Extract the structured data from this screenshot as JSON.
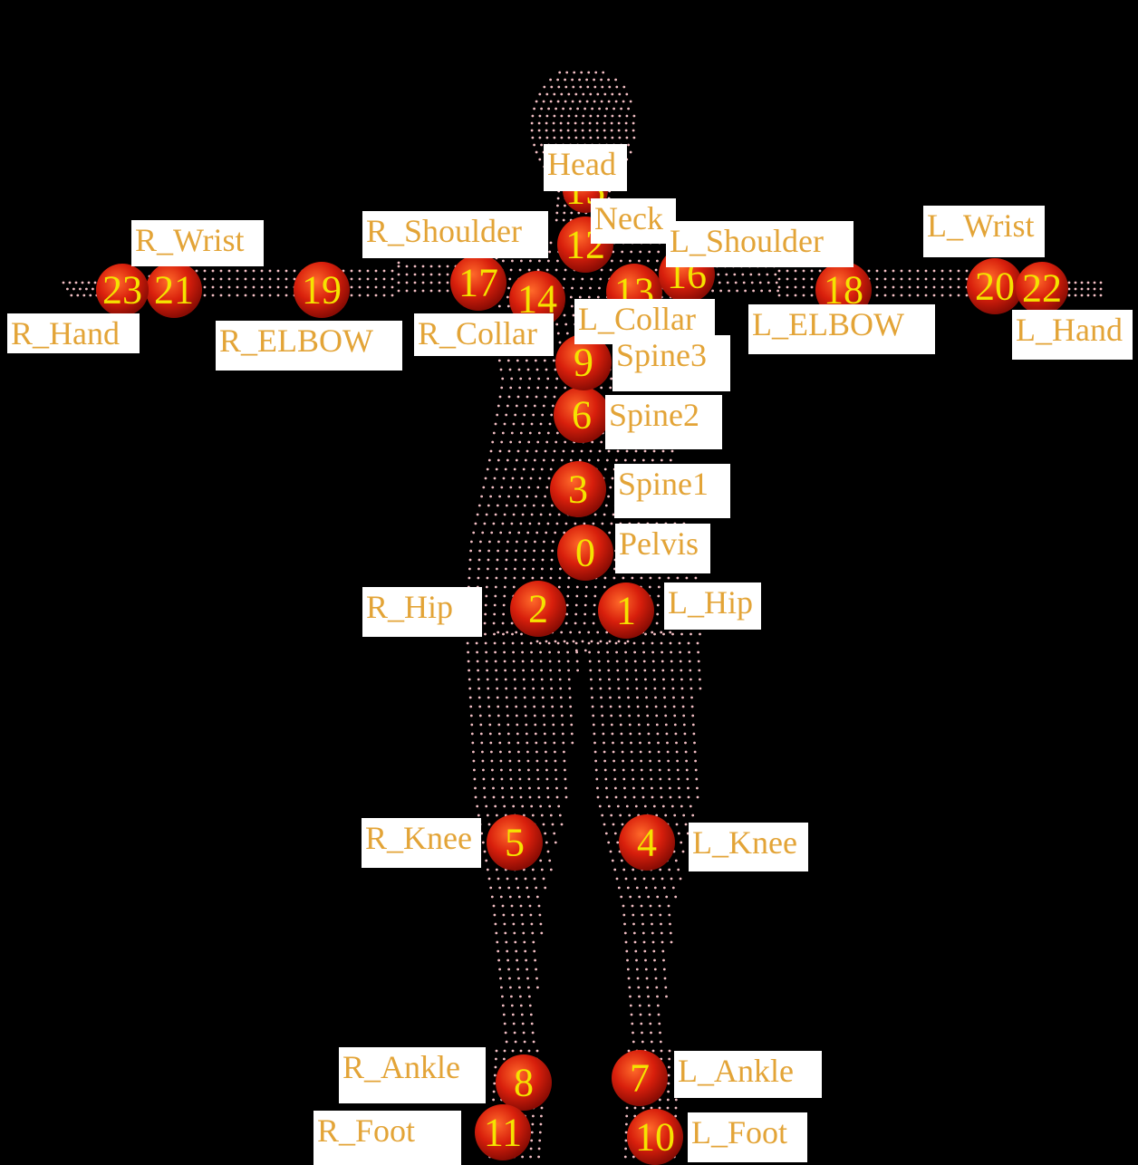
{
  "joints": [
    {
      "index": "0",
      "name": "Pelvis"
    },
    {
      "index": "1",
      "name": "L_Hip"
    },
    {
      "index": "2",
      "name": "R_Hip"
    },
    {
      "index": "3",
      "name": "Spine1"
    },
    {
      "index": "4",
      "name": "L_Knee"
    },
    {
      "index": "5",
      "name": "R_Knee"
    },
    {
      "index": "6",
      "name": "Spine2"
    },
    {
      "index": "7",
      "name": "L_Ankle"
    },
    {
      "index": "8",
      "name": "R_Ankle"
    },
    {
      "index": "9",
      "name": "Spine3"
    },
    {
      "index": "10",
      "name": "L_Foot"
    },
    {
      "index": "11",
      "name": "R_Foot"
    },
    {
      "index": "12",
      "name": "Neck"
    },
    {
      "index": "13",
      "name": "L_Collar"
    },
    {
      "index": "14",
      "name": "R_Collar"
    },
    {
      "index": "15",
      "name": "Head"
    },
    {
      "index": "16",
      "name": "L_Shoulder"
    },
    {
      "index": "17",
      "name": "R_Shoulder"
    },
    {
      "index": "18",
      "name": "L_ELBOW"
    },
    {
      "index": "19",
      "name": "R_ELBOW"
    },
    {
      "index": "20",
      "name": "L_Wrist"
    },
    {
      "index": "21",
      "name": "R_Wrist"
    },
    {
      "index": "22",
      "name": "L_Hand"
    },
    {
      "index": "23",
      "name": "R_Hand"
    }
  ],
  "colors": {
    "background": "#000000",
    "body_points": "#f3bfc4",
    "joint_fill": "#d81f0c",
    "joint_number": "#f4e300",
    "label_text": "#e3a437",
    "label_box": "#ffffff"
  }
}
